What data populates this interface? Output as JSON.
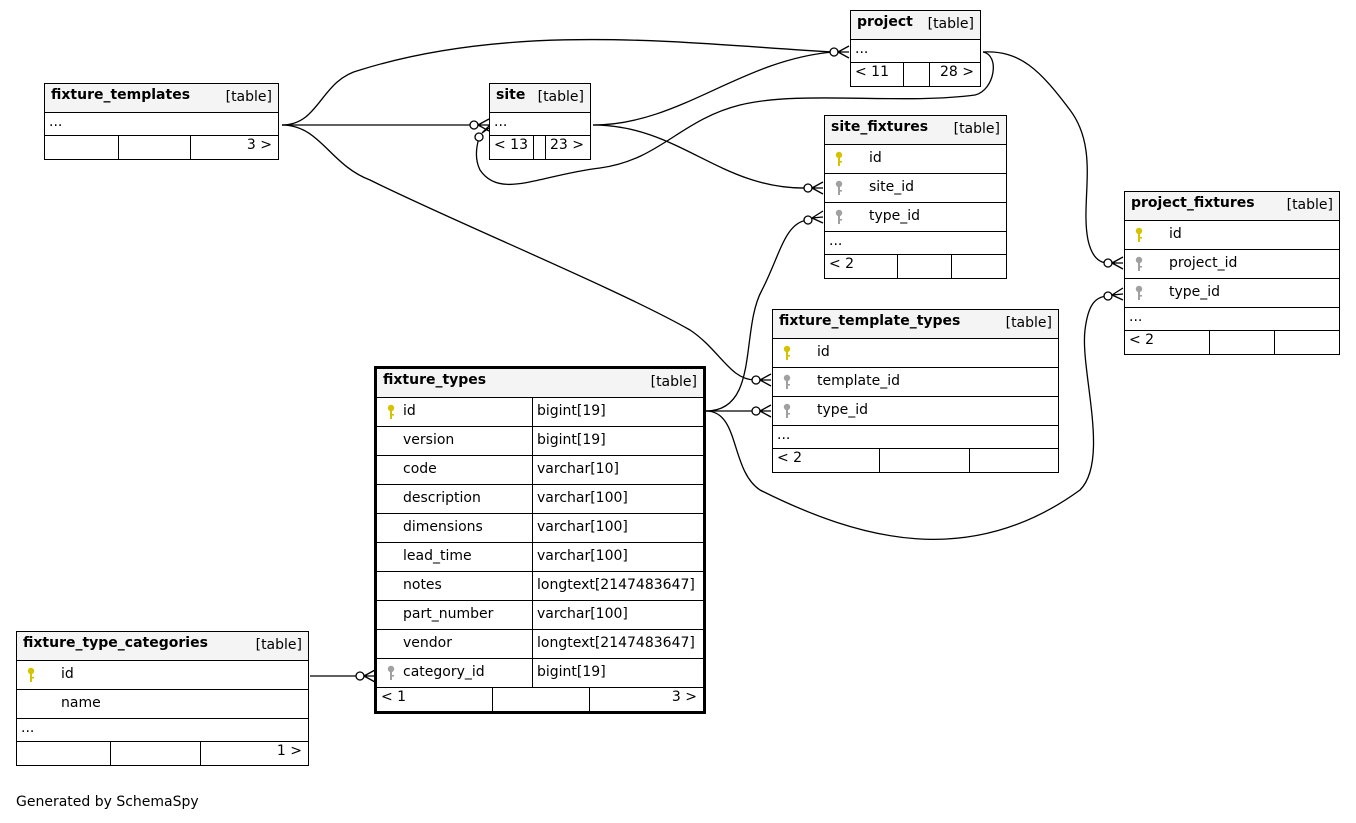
{
  "colors": {
    "primary_key": "#d4c400",
    "foreign_key": "#a0a0a0",
    "header_bg": "#f4f4f4"
  },
  "tables": {
    "project": {
      "name": "project",
      "kind": "[table]",
      "more": "...",
      "prev": "< 11",
      "next": "28 >"
    },
    "fixture_templates": {
      "name": "fixture_templates",
      "kind": "[table]",
      "more": "...",
      "prev": "",
      "next": "3 >"
    },
    "site": {
      "name": "site",
      "kind": "[table]",
      "more": "...",
      "prev": "< 13",
      "next": "23 >"
    },
    "site_fixtures": {
      "name": "site_fixtures",
      "kind": "[table]",
      "columns": [
        {
          "name": "id",
          "key": "primary"
        },
        {
          "name": "site_id",
          "key": "foreign"
        },
        {
          "name": "type_id",
          "key": "foreign"
        }
      ],
      "more": "...",
      "prev": "< 2",
      "next": ""
    },
    "project_fixtures": {
      "name": "project_fixtures",
      "kind": "[table]",
      "columns": [
        {
          "name": "id",
          "key": "primary"
        },
        {
          "name": "project_id",
          "key": "foreign"
        },
        {
          "name": "type_id",
          "key": "foreign"
        }
      ],
      "more": "...",
      "prev": "< 2",
      "next": ""
    },
    "fixture_template_types": {
      "name": "fixture_template_types",
      "kind": "[table]",
      "columns": [
        {
          "name": "id",
          "key": "primary"
        },
        {
          "name": "template_id",
          "key": "foreign"
        },
        {
          "name": "type_id",
          "key": "foreign"
        }
      ],
      "more": "...",
      "prev": "< 2",
      "next": ""
    },
    "fixture_types": {
      "name": "fixture_types",
      "kind": "[table]",
      "columns": [
        {
          "name": "id",
          "type": "bigint[19]",
          "key": "primary"
        },
        {
          "name": "version",
          "type": "bigint[19]",
          "key": ""
        },
        {
          "name": "code",
          "type": "varchar[10]",
          "key": ""
        },
        {
          "name": "description",
          "type": "varchar[100]",
          "key": ""
        },
        {
          "name": "dimensions",
          "type": "varchar[100]",
          "key": ""
        },
        {
          "name": "lead_time",
          "type": "varchar[100]",
          "key": ""
        },
        {
          "name": "notes",
          "type": "longtext[2147483647]",
          "key": ""
        },
        {
          "name": "part_number",
          "type": "varchar[100]",
          "key": ""
        },
        {
          "name": "vendor",
          "type": "longtext[2147483647]",
          "key": ""
        },
        {
          "name": "category_id",
          "type": "bigint[19]",
          "key": "foreign"
        }
      ],
      "prev": "< 1",
      "next": "3 >"
    },
    "fixture_type_categories": {
      "name": "fixture_type_categories",
      "kind": "[table]",
      "columns": [
        {
          "name": "id",
          "key": "primary"
        },
        {
          "name": "name",
          "key": ""
        }
      ],
      "more": "...",
      "prev": "",
      "next": "1 >"
    }
  },
  "footer": {
    "generated_by": "Generated by SchemaSpy"
  }
}
